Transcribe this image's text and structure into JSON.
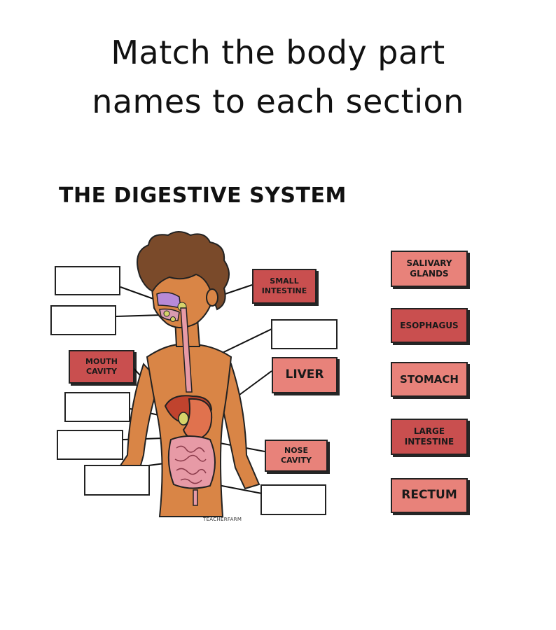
{
  "prompt": {
    "line1": "Match the body part",
    "line2": "names to each section"
  },
  "worksheet": {
    "title": "THE DIGESTIVE SYSTEM",
    "credit": "TEACHERFARM",
    "placed_labels": {
      "small_intestine": "SMALL\nINTESTINE",
      "mouth_cavity": "MOUTH\nCAVITY",
      "liver": "LIVER",
      "nose_cavity": "NOSE\nCAVITY"
    }
  },
  "word_bank": {
    "salivary_glands": "SALIVARY\nGLANDS",
    "esophagus": "ESOPHAGUS",
    "stomach": "STOMACH",
    "large_intestine": "LARGE\nINTESTINE",
    "rectum": "RECTUM"
  },
  "colors": {
    "tag_dark": "#c94f4f",
    "tag_light": "#e8827a",
    "skin": "#d98546",
    "hair": "#7a4a2a",
    "intestine": "#e79aa6",
    "stomach": "#e0724e"
  }
}
